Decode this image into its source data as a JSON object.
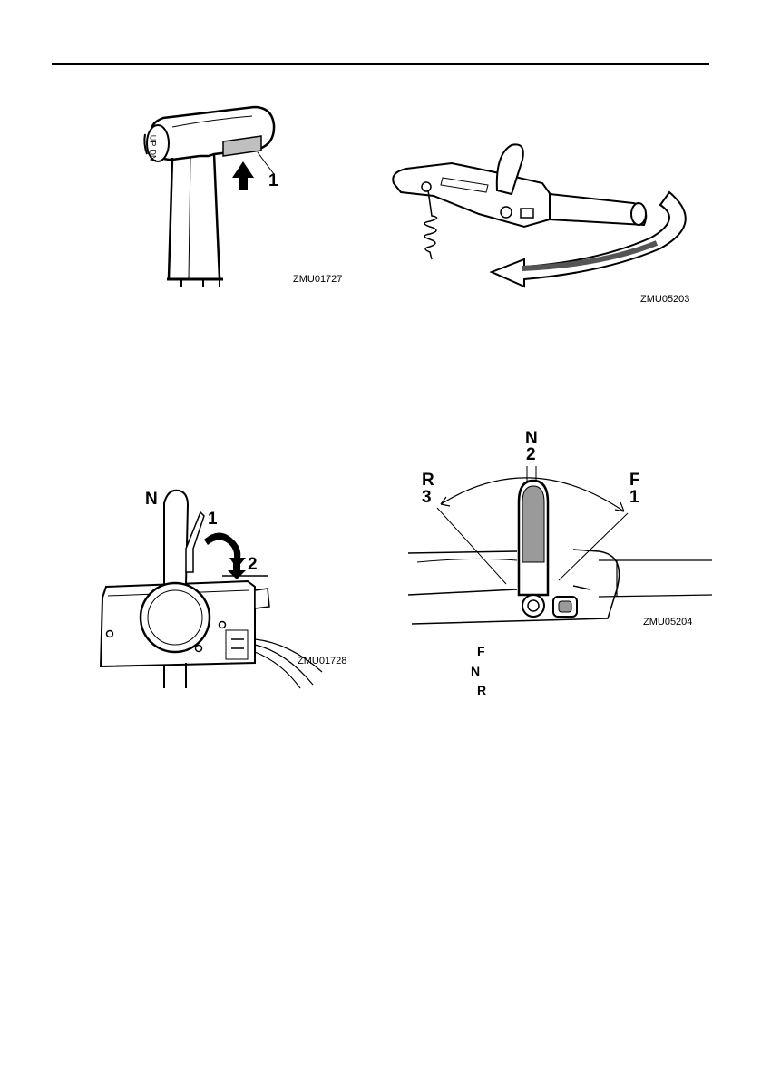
{
  "figures": {
    "trim_switch": {
      "code": "ZMU01727",
      "callout_1": "1",
      "switch_up": "UP",
      "switch_dn": "DN"
    },
    "tiller": {
      "code": "ZMU05203"
    },
    "remote_control": {
      "code": "ZMU01728",
      "label_n": "N",
      "callout_1": "1",
      "callout_2": "2"
    },
    "shift_positions": {
      "code": "ZMU05204",
      "label_n": "N",
      "num_n": "2",
      "label_r": "R",
      "num_r": "3",
      "label_f": "F",
      "num_f": "1"
    }
  },
  "legend": {
    "f": "F",
    "n": "N",
    "r": "R"
  }
}
